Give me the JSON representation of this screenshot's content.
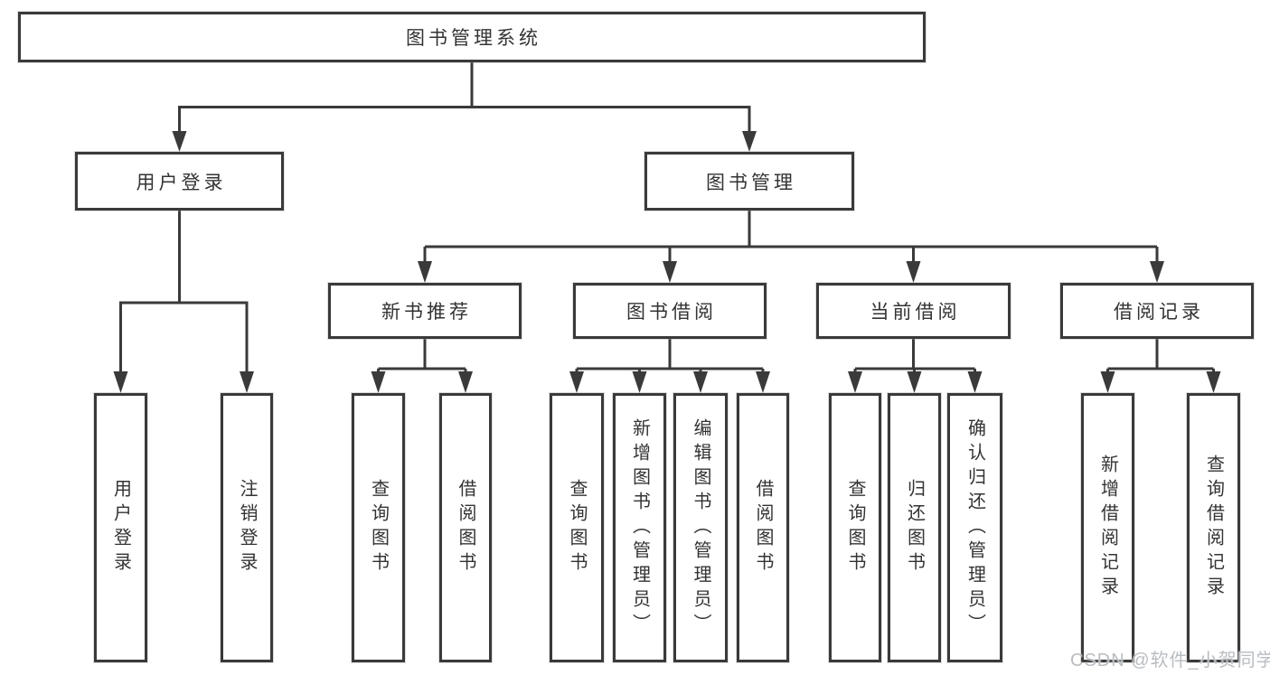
{
  "diagram": {
    "root_label": "图书管理系统",
    "branches": [
      {
        "label": "用户登录",
        "children": [
          {
            "label": "用户登录"
          },
          {
            "label": "注销登录"
          }
        ]
      },
      {
        "label": "图书管理",
        "groups": [
          {
            "label": "新书推荐",
            "children": [
              {
                "label": "查询图书"
              },
              {
                "label": "借阅图书"
              }
            ]
          },
          {
            "label": "图书借阅",
            "children": [
              {
                "label": "查询图书"
              },
              {
                "label": "新增图书（管理员）"
              },
              {
                "label": "编辑图书（管理员）"
              },
              {
                "label": "借阅图书"
              }
            ]
          },
          {
            "label": "当前借阅",
            "children": [
              {
                "label": "查询图书"
              },
              {
                "label": "归还图书"
              },
              {
                "label": "确认归还（管理员）"
              }
            ]
          },
          {
            "label": "借阅记录",
            "children": [
              {
                "label": "新增借阅记录"
              },
              {
                "label": "查询借阅记录"
              }
            ]
          }
        ]
      }
    ]
  },
  "watermark": "CSDN @软件_小贺同学",
  "colors": {
    "line": "#3a3a3a",
    "text": "#333333",
    "box_background": "#ffffff",
    "watermark": "#b9bdc1"
  }
}
